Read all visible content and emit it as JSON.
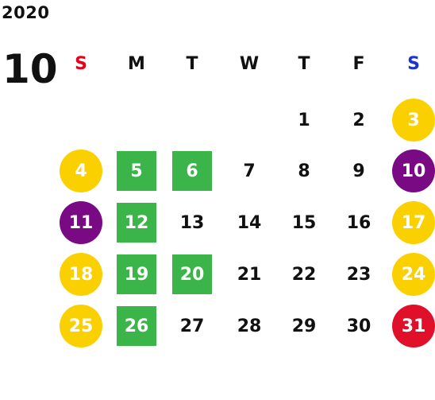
{
  "calendar": {
    "year": "2020",
    "month": "10",
    "weekdays": [
      {
        "label": "S",
        "color": "#e8001b"
      },
      {
        "label": "M",
        "color": "#111111"
      },
      {
        "label": "T",
        "color": "#111111"
      },
      {
        "label": "W",
        "color": "#111111"
      },
      {
        "label": "T",
        "color": "#111111"
      },
      {
        "label": "F",
        "color": "#111111"
      },
      {
        "label": "S",
        "color": "#1a33d6"
      }
    ],
    "marker_colors": {
      "yellow": "#fbd000",
      "purple": "#7a0a84",
      "green": "#3bb54a",
      "red": "#e0102a"
    },
    "days": [
      {
        "day": "1",
        "style": "plain"
      },
      {
        "day": "2",
        "style": "plain"
      },
      {
        "day": "3",
        "style": "circle",
        "color": "yellow"
      },
      {
        "day": "4",
        "style": "circle",
        "color": "yellow"
      },
      {
        "day": "5",
        "style": "square",
        "color": "green"
      },
      {
        "day": "6",
        "style": "square",
        "color": "green"
      },
      {
        "day": "7",
        "style": "plain"
      },
      {
        "day": "8",
        "style": "plain"
      },
      {
        "day": "9",
        "style": "plain"
      },
      {
        "day": "10",
        "style": "circle",
        "color": "purple"
      },
      {
        "day": "11",
        "style": "circle",
        "color": "purple"
      },
      {
        "day": "12",
        "style": "square",
        "color": "green"
      },
      {
        "day": "13",
        "style": "plain"
      },
      {
        "day": "14",
        "style": "plain"
      },
      {
        "day": "15",
        "style": "plain"
      },
      {
        "day": "16",
        "style": "plain"
      },
      {
        "day": "17",
        "style": "circle",
        "color": "yellow"
      },
      {
        "day": "18",
        "style": "circle",
        "color": "yellow"
      },
      {
        "day": "19",
        "style": "square",
        "color": "green"
      },
      {
        "day": "20",
        "style": "square",
        "color": "green"
      },
      {
        "day": "21",
        "style": "plain"
      },
      {
        "day": "22",
        "style": "plain"
      },
      {
        "day": "23",
        "style": "plain"
      },
      {
        "day": "24",
        "style": "circle",
        "color": "yellow"
      },
      {
        "day": "25",
        "style": "circle",
        "color": "yellow"
      },
      {
        "day": "26",
        "style": "square",
        "color": "green"
      },
      {
        "day": "27",
        "style": "plain"
      },
      {
        "day": "28",
        "style": "plain"
      },
      {
        "day": "29",
        "style": "plain"
      },
      {
        "day": "30",
        "style": "plain"
      },
      {
        "day": "31",
        "style": "circle",
        "color": "red"
      }
    ]
  }
}
